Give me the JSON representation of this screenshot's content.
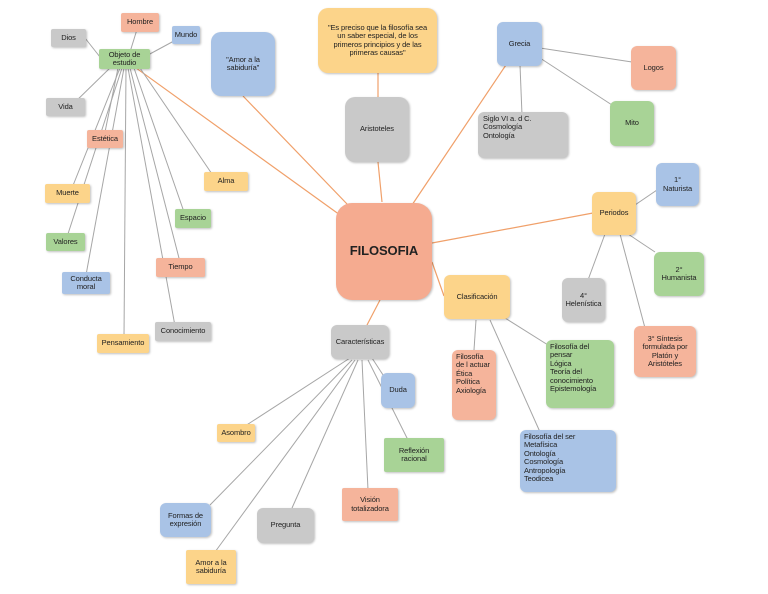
{
  "center": "FILOSOFIA",
  "nodes": {
    "hombre": "Hombre",
    "mundo": "Mundo",
    "dios": "Dios",
    "objeto": "Objeto de\nestudio",
    "vida": "Vida",
    "estetica": "Estética",
    "muerte": "Muerte",
    "valores": "Valores",
    "conducta": "Conducta\nmoral",
    "pensamiento": "Pensamiento",
    "conocimiento": "Conocimiento",
    "tiempo": "Tiempo",
    "espacio": "Espacio",
    "alma": "Alma",
    "amor_sabiduria_top": "\"Amor a la\nsabiduría\"",
    "quote": "\"Es preciso que la filosofía sea\nun saber especial, de los\nprimeros principios y de las\nprimeras causas\"",
    "aristoteles": "Aristoteles",
    "grecia": "Grecia",
    "siglo": "Siglo VI a. d C.\nCosmología\nOntología",
    "logos": "Logos",
    "mito": "Mito",
    "periodos": "Periodos",
    "naturista": "1°\nNaturista",
    "humanista": "2°\nHumanista",
    "helenistica": "4°\nHelenística",
    "sintesis": "3° Síntesis\nformulada por\nPlatón y\nAristóteles",
    "clasificacion": "Clasificación",
    "filosofia_actuar": "Filosofía\nde l actuar\nÉtica\nPolítica\nAxiología",
    "filosofia_pensar": "Filosofía del\npensar\nLógica\nTeoría del\nconocimiento\nEpistemología",
    "filosofia_ser": "Filosofía del ser\nMetafísica\nOntología\nCosmología\nAntropología\nTeodicea",
    "caracteristicas": "Características",
    "duda": "Duda",
    "reflexion": "Reflexión\nracional",
    "vision": "Visión\ntotalizadora",
    "asombro": "Asombro",
    "formas": "Formas de\nexpresión",
    "pregunta": "Pregunta",
    "amor_sabiduria_bottom": "Amor a la\nsabiduría"
  },
  "colors": {
    "orange": "#f5b49b",
    "blue": "#a9c3e6",
    "green": "#a8d396",
    "yellow": "#fcd48a",
    "gray": "#c9c9c9",
    "orange_line": "#f0a06a",
    "gray_line": "#a6a6a6"
  }
}
